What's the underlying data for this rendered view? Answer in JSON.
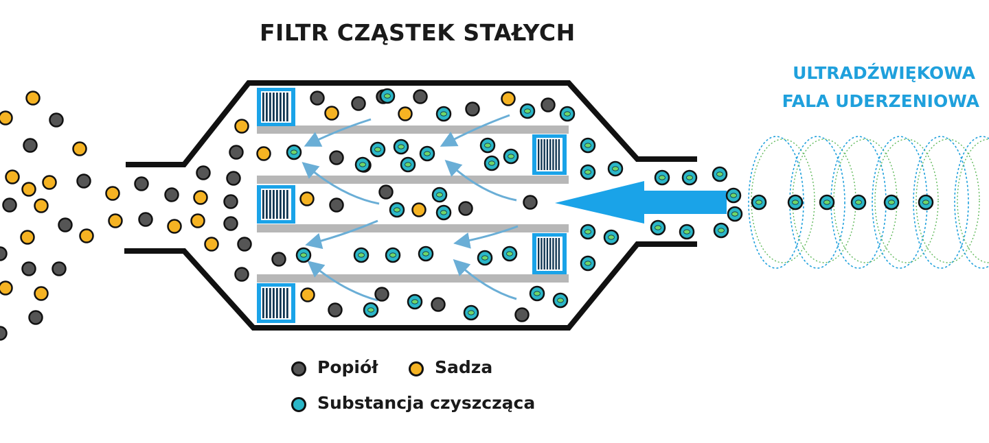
{
  "title": "FILTR CZĄSTEK STAŁYCH",
  "wave_label": {
    "line1": "ULTRADŹWIĘKOWA",
    "line2": "FALA UDERZENIOWA"
  },
  "legend": {
    "ash": "Popiół",
    "soot": "Sadza",
    "cleaner": "Substancja czyszcząca"
  },
  "colors": {
    "ash": "#555555",
    "soot": "#f5b323",
    "cleaner_fill": "#2bb7c8",
    "cleaner_core": "#6fd66a",
    "accent": "#1fa0dc",
    "plate": "#b7b7b7",
    "wall": "#111111"
  }
}
